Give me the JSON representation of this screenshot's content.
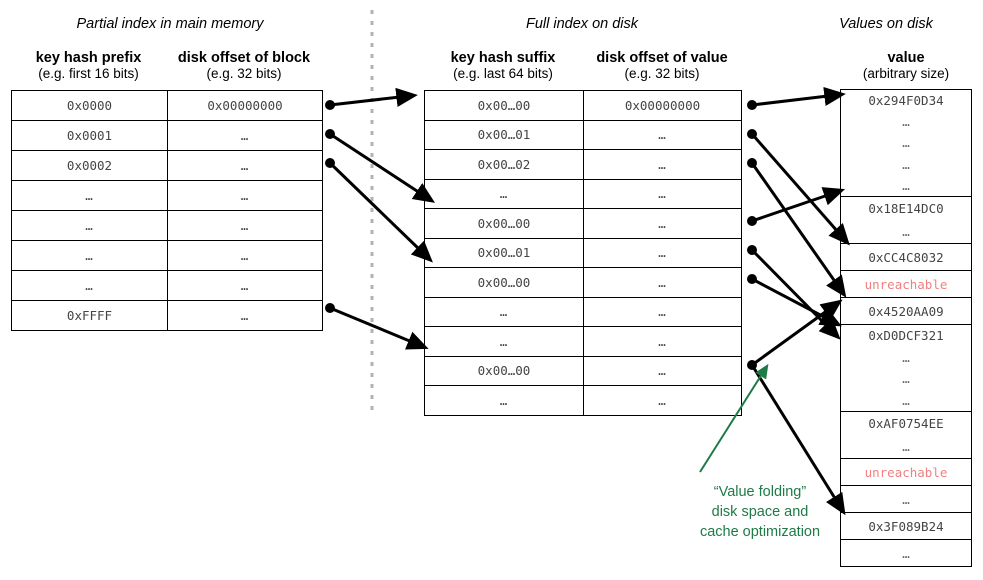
{
  "sections": [
    {
      "title": "Partial index in main memory"
    },
    {
      "title": "Full index on disk"
    },
    {
      "title": "Values on disk"
    }
  ],
  "columns": {
    "left": [
      {
        "main": "key hash prefix",
        "sub": "(e.g. first 16 bits)"
      },
      {
        "main": "disk offset of block",
        "sub": "(e.g. 32 bits)"
      }
    ],
    "middle": [
      {
        "main": "key hash suffix",
        "sub": "(e.g. last 64 bits)"
      },
      {
        "main": "disk offset of value",
        "sub": "(e.g. 32 bits)"
      }
    ],
    "right": [
      {
        "main": "value",
        "sub": "(arbitrary size)"
      }
    ]
  },
  "tables": {
    "partial_index": {
      "rows": [
        {
          "key": "0x0000",
          "offset": "0x00000000",
          "anchor": true
        },
        {
          "key": "0x0001",
          "offset": "…",
          "anchor": true
        },
        {
          "key": "0x0002",
          "offset": "…",
          "anchor": true
        },
        {
          "key": "…",
          "offset": "…",
          "anchor": false
        },
        {
          "key": "…",
          "offset": "…",
          "anchor": false
        },
        {
          "key": "…",
          "offset": "…",
          "anchor": false
        },
        {
          "key": "…",
          "offset": "…",
          "anchor": false
        },
        {
          "key": "0xFFFF",
          "offset": "…",
          "anchor": true
        }
      ]
    },
    "full_index": {
      "rows": [
        {
          "key": "0x00…00",
          "offset": "0x00000000",
          "anchor": true
        },
        {
          "key": "0x00…01",
          "offset": "…",
          "anchor": true
        },
        {
          "key": "0x00…02",
          "offset": "…",
          "anchor": true
        },
        {
          "key": "…",
          "offset": "…",
          "anchor": false
        },
        {
          "key": "0x00…00",
          "offset": "…",
          "anchor": true
        },
        {
          "key": "0x00…01",
          "offset": "…",
          "anchor": true
        },
        {
          "key": "0x00…00",
          "offset": "…",
          "anchor": true
        },
        {
          "key": "…",
          "offset": "…",
          "anchor": false
        },
        {
          "key": "…",
          "offset": "…",
          "anchor": false
        },
        {
          "key": "0x00…00",
          "offset": "…",
          "anchor": true
        },
        {
          "key": "…",
          "offset": "…",
          "anchor": false
        }
      ]
    },
    "values": {
      "cells": [
        {
          "lines": [
            "0x294F0D34",
            "…",
            "…",
            "…",
            "…"
          ],
          "unreachable": false
        },
        {
          "lines": [
            "0x18E14DC0",
            "…"
          ],
          "unreachable": false
        },
        {
          "lines": [
            "0xCC4C8032"
          ],
          "unreachable": false
        },
        {
          "lines": [
            "unreachable"
          ],
          "unreachable": true
        },
        {
          "lines": [
            "0x4520AA09"
          ],
          "unreachable": false
        },
        {
          "lines": [
            "0xD0DCF321",
            "…",
            "…",
            "…"
          ],
          "unreachable": false
        },
        {
          "lines": [
            "0xAF0754EE",
            "…"
          ],
          "unreachable": false
        },
        {
          "lines": [
            "unreachable"
          ],
          "unreachable": true
        },
        {
          "lines": [
            "…"
          ],
          "unreachable": false
        },
        {
          "lines": [
            "0x3F089B24"
          ],
          "unreachable": false
        },
        {
          "lines": [
            "…"
          ],
          "unreachable": false
        }
      ]
    }
  },
  "annotation": {
    "line1": "“Value folding”",
    "line2": "disk space and",
    "line3": "cache optimization",
    "color": "#1e7b46"
  },
  "styling": {
    "divider_color": "#b3b3b3",
    "wire_color": "#000000",
    "unreachable_color": "#f08080",
    "mono_text_color": "#444444"
  }
}
